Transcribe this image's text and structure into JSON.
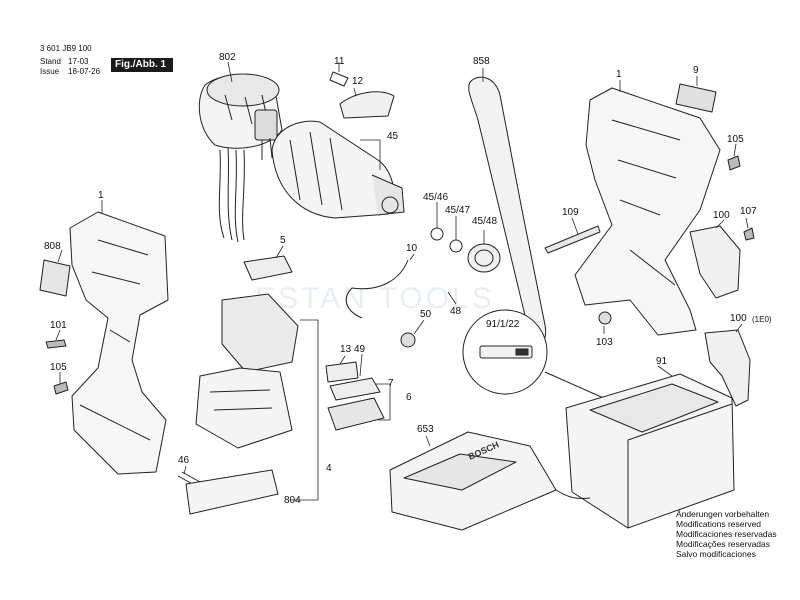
{
  "header": {
    "part_no": "3 601 JB9 100",
    "stand_label": "Stand",
    "issue_label": "Issue",
    "stand_value": "17-03",
    "issue_value": "18-07-26",
    "figure": "Fig./Abb. 1"
  },
  "labels": {
    "p802": "802",
    "p11": "11",
    "p12": "12",
    "p45": "45",
    "p858": "858",
    "p1_right": "1",
    "p9": "9",
    "p105_right": "105",
    "p45_46": "45/46",
    "p45_47": "45/47",
    "p45_48": "45/48",
    "p1_left": "1",
    "p109": "109",
    "p100": "100",
    "p107": "107",
    "p5": "5",
    "p10": "10",
    "p808": "808",
    "p50": "50",
    "p48": "48",
    "p91_1_22": "91/1/22",
    "p100_1e0": "100",
    "p1e0": "(1E0)",
    "p101": "101",
    "p103": "103",
    "p13": "13",
    "p49": "49",
    "p91": "91",
    "p105_left": "105",
    "p7": "7",
    "p6": "6",
    "p653": "653",
    "p4": "4",
    "p46": "46",
    "p804": "804"
  },
  "notes": [
    "Änderungen vorbehalten",
    "Modifications reserved",
    "Modificaciones reservadas",
    "Modificações reservadas",
    "Salvo modificaciones"
  ],
  "watermark": "ESTAN TOOLS",
  "battery_badge": "BOSCH"
}
